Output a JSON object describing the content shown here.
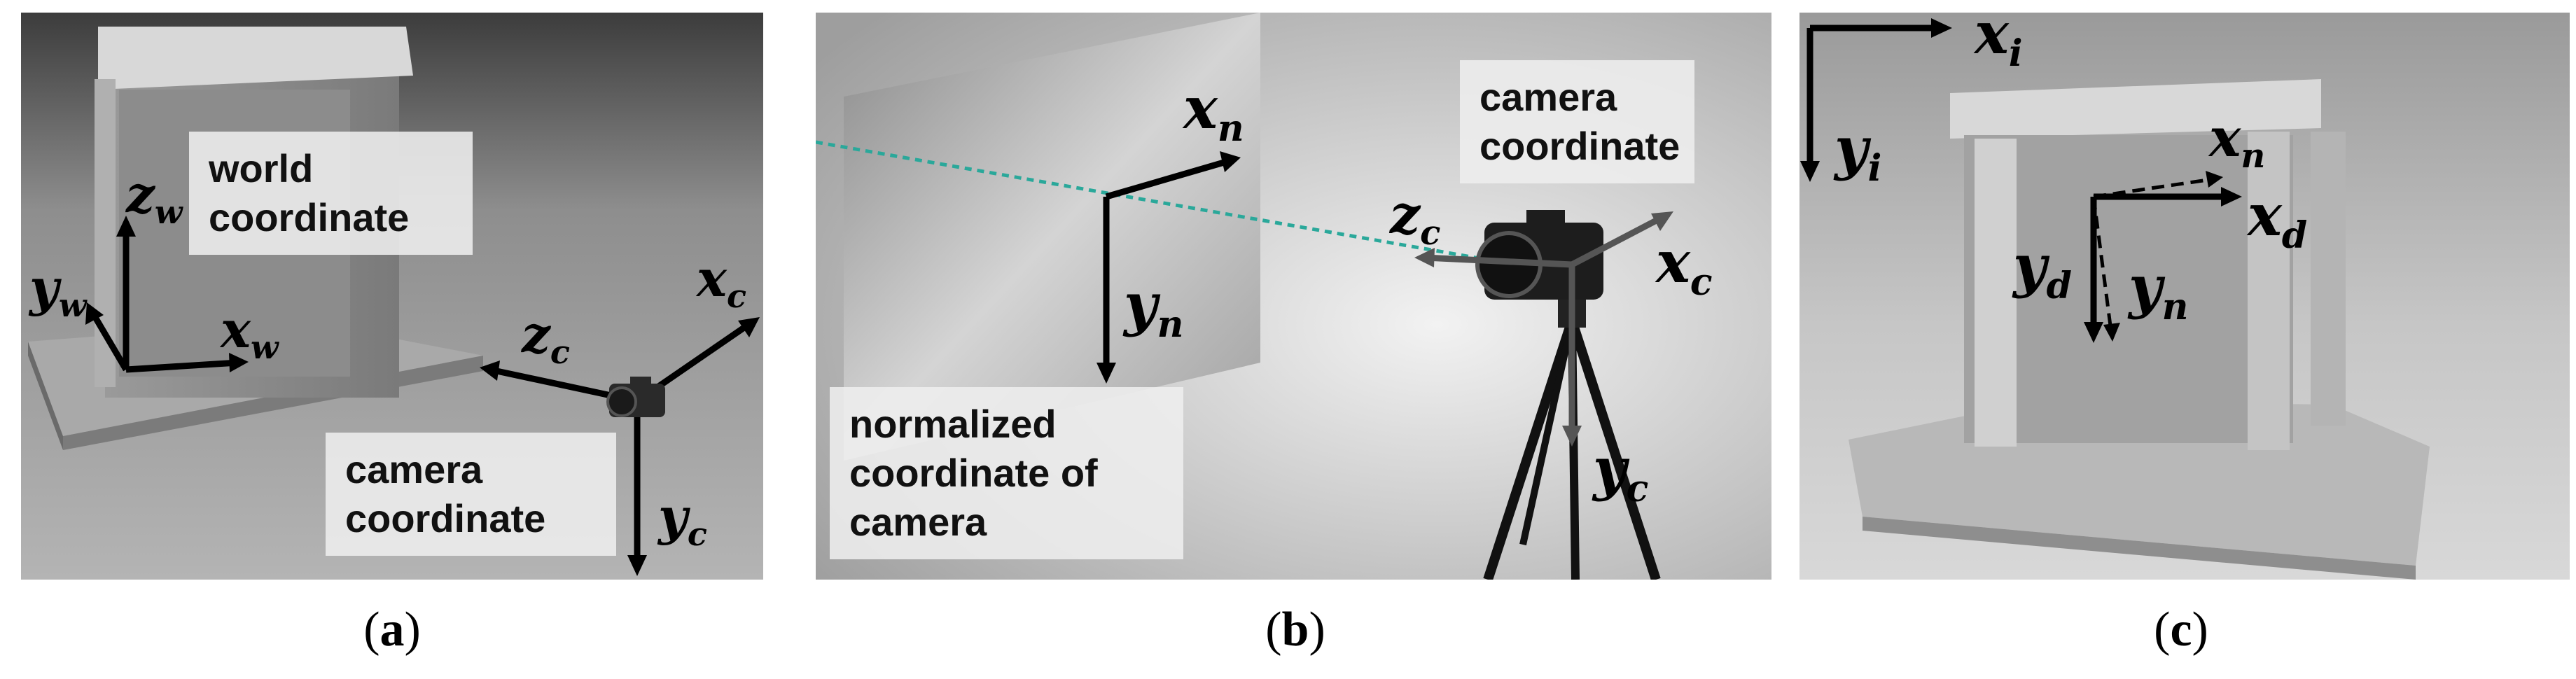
{
  "panel_a": {
    "caption_letter": "a",
    "world_label": [
      "world",
      "coordinate"
    ],
    "camera_label": [
      "camera",
      "coordinate"
    ],
    "axes": {
      "zw": {
        "base": "z",
        "sub": "w"
      },
      "yw": {
        "base": "y",
        "sub": "w"
      },
      "xw": {
        "base": "x",
        "sub": "w"
      },
      "zc": {
        "base": "z",
        "sub": "c"
      },
      "xc": {
        "base": "x",
        "sub": "c"
      },
      "yc": {
        "base": "y",
        "sub": "c"
      }
    }
  },
  "panel_b": {
    "caption_letter": "b",
    "camera_label": [
      "camera",
      "coordinate"
    ],
    "normalized_label": [
      "normalized",
      "coordinate of",
      "camera"
    ],
    "axes": {
      "xn": {
        "base": "x",
        "sub": "n"
      },
      "yn": {
        "base": "y",
        "sub": "n"
      },
      "zc": {
        "base": "z",
        "sub": "c"
      },
      "xc": {
        "base": "x",
        "sub": "c"
      },
      "yc": {
        "base": "y",
        "sub": "c"
      }
    }
  },
  "panel_c": {
    "caption_letter": "c",
    "axes": {
      "xi": {
        "base": "x",
        "sub": "i"
      },
      "yi": {
        "base": "y",
        "sub": "i"
      },
      "xn": {
        "base": "x",
        "sub": "n"
      },
      "xd": {
        "base": "x",
        "sub": "d"
      },
      "yd": {
        "base": "y",
        "sub": "d"
      },
      "yn": {
        "base": "y",
        "sub": "n"
      }
    }
  },
  "colors": {
    "axis": "#000000",
    "ray": "#2aa89a",
    "label_box": "#eeeeee"
  }
}
